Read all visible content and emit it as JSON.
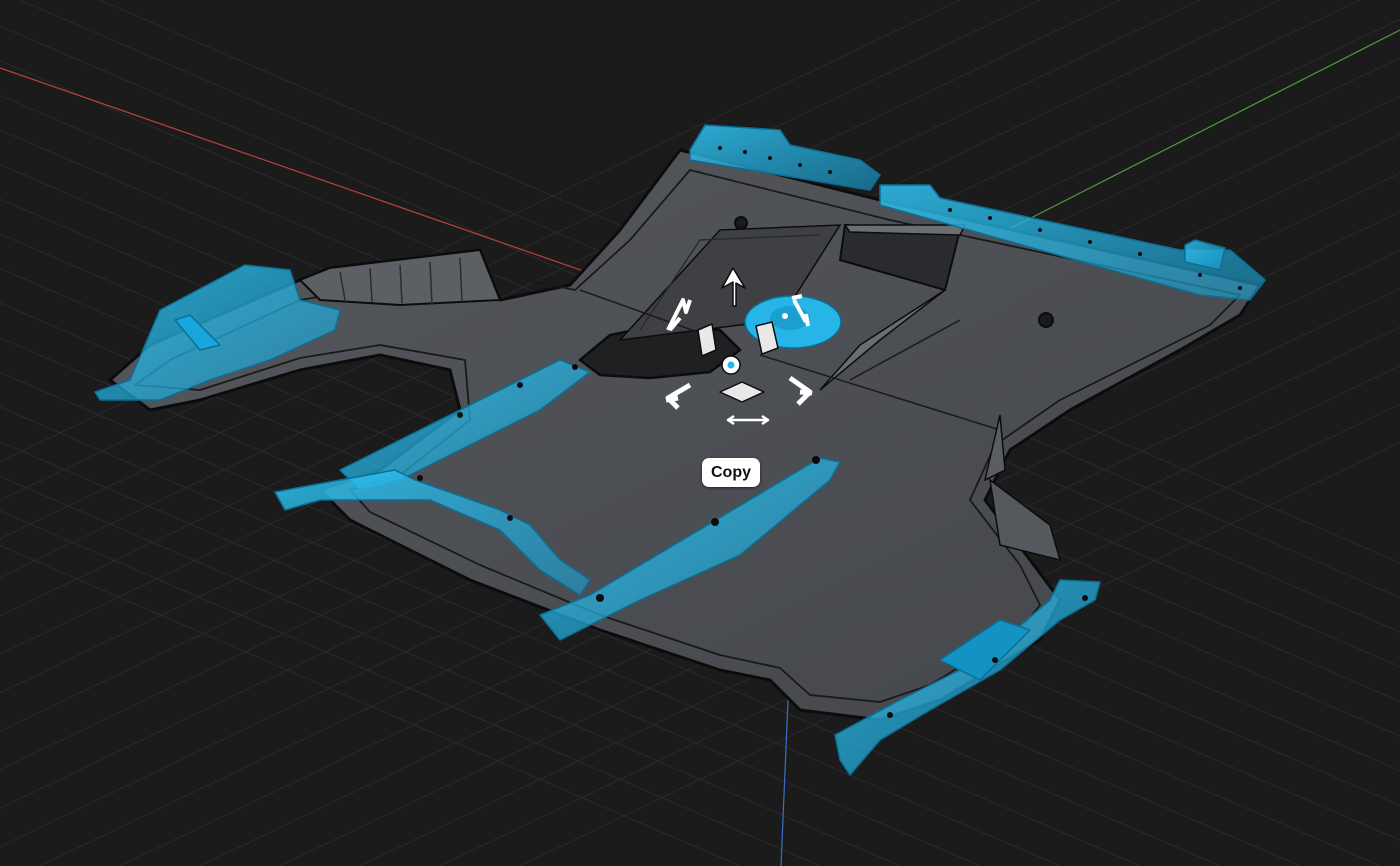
{
  "viewport": {
    "background_color": "#1b1b1c",
    "grid_color": "#2c2c2e",
    "axis_colors": {
      "x": "#b8433a",
      "y": "#4f9a3f",
      "z": "#3a6fc8"
    }
  },
  "model": {
    "panel_color": "#4a4c50",
    "outline_color": "#0c0c0d",
    "selection_color": "#27b4e6"
  },
  "gizmo": {
    "handles": [
      "move-up-arrow",
      "move-left-arrow",
      "move-right-arrow",
      "move-diagonal-arrow",
      "rotate-ring",
      "plane-handle-left",
      "plane-handle-right",
      "plane-handle-bottom",
      "scale-handle",
      "pivot-center"
    ]
  },
  "context_action": {
    "copy_label": "Copy"
  }
}
